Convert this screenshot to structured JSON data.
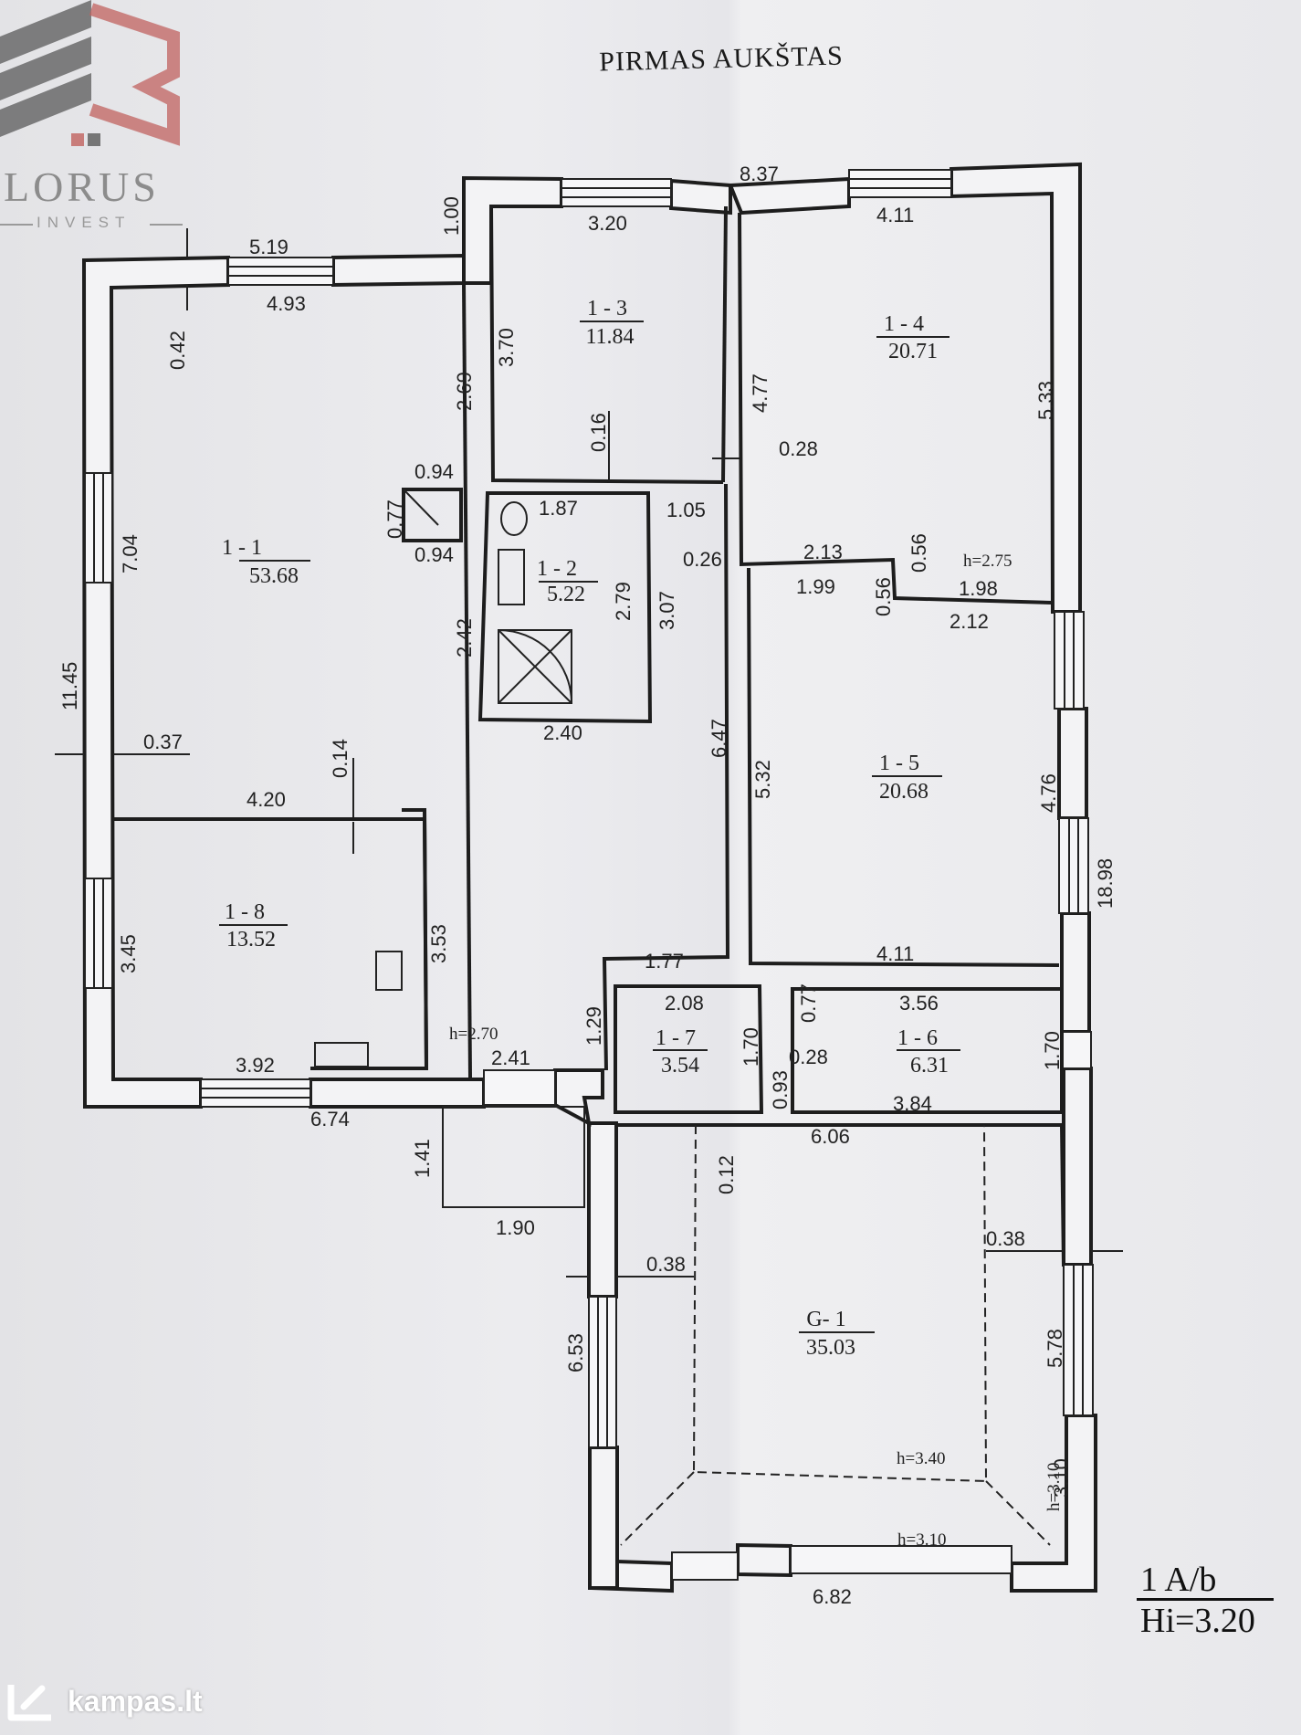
{
  "title": "PIRMAS AUKŠTAS",
  "logo": {
    "name": "LORUS",
    "sub": "INVEST"
  },
  "scale": {
    "top": "1 A/b",
    "bottom": "Hi=3.20"
  },
  "watermark": {
    "text": "kampas.lt",
    "icon": "kampas-logo-icon"
  },
  "rooms": [
    {
      "id": "1 - 1",
      "area": "53.68"
    },
    {
      "id": "1 - 2",
      "area": "5.22"
    },
    {
      "id": "1 - 3",
      "area": "11.84"
    },
    {
      "id": "1 - 4",
      "area": "20.71"
    },
    {
      "id": "1 - 5",
      "area": "20.68"
    },
    {
      "id": "1 - 6",
      "area": "6.31"
    },
    {
      "id": "1 - 7",
      "area": "3.54"
    },
    {
      "id": "1 - 8",
      "area": "13.52"
    },
    {
      "id": "G- 1",
      "area": "35.03"
    }
  ],
  "heights": [
    "h=2.75",
    "h=2.70",
    "h=3.40",
    "h=3.10",
    "h=3.10"
  ],
  "dims": [
    "8.37",
    "5.19",
    "4.93",
    "1.00",
    "3.20",
    "4.11",
    "0.42",
    "2.69",
    "3.70",
    "4.77",
    "5.33",
    "0.16",
    "0.28",
    "0.94",
    "0.77",
    "0.94",
    "1.87",
    "1.05",
    "7.04",
    "2.13",
    "0.56",
    "0.56",
    "0.26",
    "1.99",
    "1.98",
    "2.12",
    "2.79",
    "3.07",
    "2.42",
    "11.45",
    "2.40",
    "6.47",
    "0.37",
    "0.14",
    "5.32",
    "4.76",
    "4.20",
    "18.98",
    "3.45",
    "3.53",
    "1.77",
    "4.11",
    "2.08",
    "0.77",
    "3.56",
    "1.29",
    "1.70",
    "0.28",
    "1.70",
    "0.93",
    "3.92",
    "2.41",
    "3.84",
    "6.74",
    "6.06",
    "1.41",
    "0.12",
    "1.90",
    "0.38",
    "0.38",
    "6.53",
    "5.78",
    "3.10",
    "6.82"
  ]
}
